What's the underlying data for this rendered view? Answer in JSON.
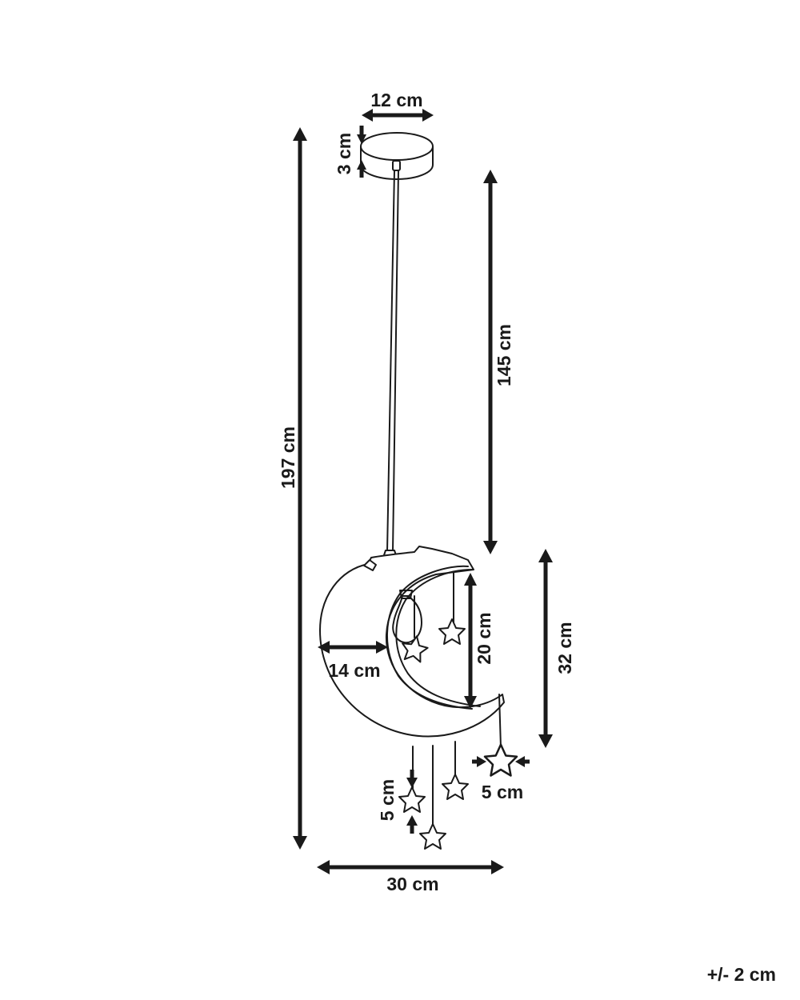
{
  "dimensions": {
    "canopy_width": "12 cm",
    "canopy_height": "3 cm",
    "total_height": "197 cm",
    "cable_length": "145 cm",
    "moon_height": "32 cm",
    "inner_height": "20 cm",
    "moon_depth": "14 cm",
    "star_height": "5 cm",
    "star_width": "5 cm",
    "total_width": "30 cm"
  },
  "tolerance": "+/- 2 cm"
}
